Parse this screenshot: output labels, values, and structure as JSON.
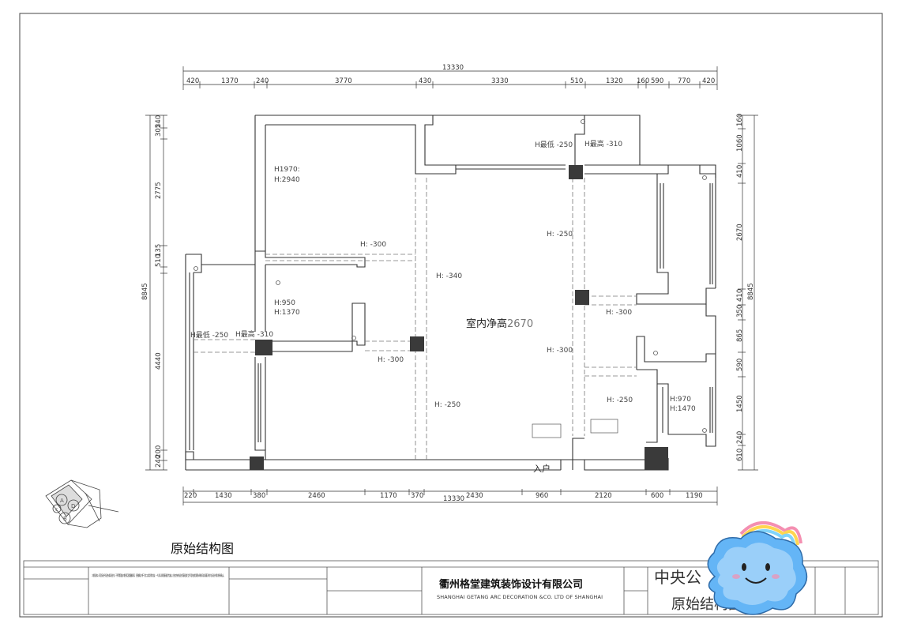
{
  "plan": {
    "title": "原始结构图",
    "main_label": "室内净高",
    "main_height": "2670",
    "entrance": "入户",
    "top_total": "13330",
    "bottom_total": "13330",
    "left_total": "8845",
    "right_total": "8845",
    "top_dims": [
      "420",
      "1370",
      "240",
      "3770",
      "430",
      "3330",
      "510",
      "1320",
      "160",
      "590",
      "770",
      "420"
    ],
    "bottom_dims": [
      "220",
      "1430",
      "380",
      "2460",
      "1170",
      "370",
      "2430",
      "960",
      "2120",
      "600",
      "1190"
    ],
    "left_dims": [
      "305",
      "240",
      "2775",
      "510",
      "135",
      "4440",
      "240",
      "200"
    ],
    "right_dims": [
      "160",
      "1060",
      "410",
      "2670",
      "410",
      "350",
      "865",
      "590",
      "1450",
      "240",
      "610"
    ],
    "room_notes": {
      "h1970": "H1970:",
      "h2940": "H:2940",
      "h950": "H:950",
      "h1370": "H:1370",
      "h970": "H:970",
      "h1470": "H:1470",
      "low_top": "H最低 -250",
      "high_top": "H最高 -310",
      "low_left": "H最低 -250",
      "high_left": "H最高 -310",
      "beam_top_left": "H: -300",
      "beam_center": "H: -340",
      "beam_mid_left": "H: -300",
      "beam_bottom_center": "H: -250",
      "beam_right_upper": "H: -250",
      "beam_right_mid": "H: -300",
      "beam_right_center": "H: -300",
      "beam_right_lower": "H: -250"
    },
    "compass_letters": [
      "A",
      "c",
      "D",
      "B"
    ]
  },
  "title_block": {
    "company_cn": "衢州格堂建筑装饰设计有限公司",
    "company_en": "SHANGHAI GETANG ARC DECORATION  &CO. LTD OF SHANGHAI",
    "project_name": "中央公",
    "drawing_name": "原始结构图",
    "notes": "本图本公司设计所之有局出件，不得擅自对所用及备翻印，图纸 以外尺寸以实测为准，一切以现场复核为准。施工单位必须复核后方可施工 现场如有异议请及时与设计方联系确认。"
  },
  "colors": {
    "line": "#333333",
    "column": "#3a3a3a",
    "dash": "#777777"
  }
}
